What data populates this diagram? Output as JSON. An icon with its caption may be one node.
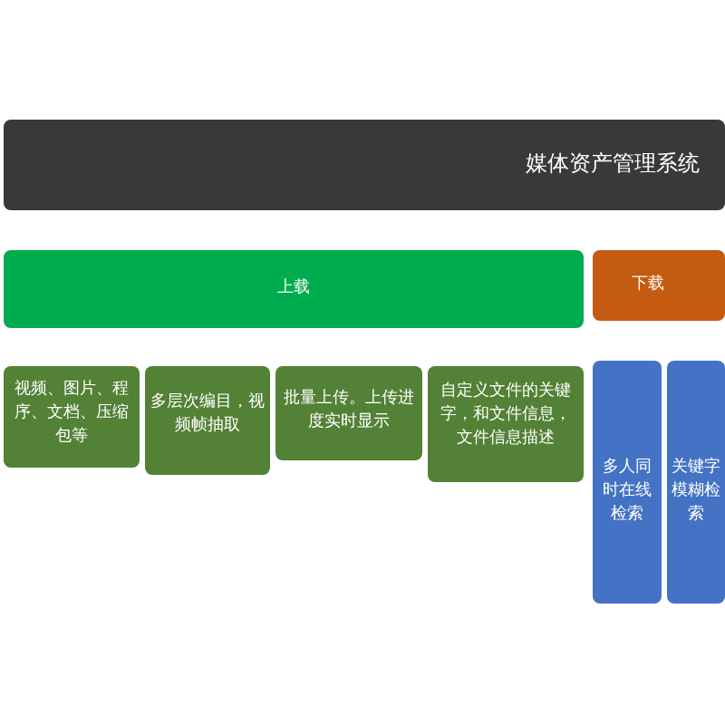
{
  "diagram": {
    "nodes": [
      {
        "text": [
          "媒体资产管理系统"
        ]
      },
      {
        "text": [
          "上载"
        ]
      },
      {
        "text": [
          "下载"
        ]
      },
      {
        "text": [
          "视频、图片、程序、文档、压缩包等"
        ]
      },
      {
        "text": [
          "多层次编目，视频帧抽取"
        ]
      },
      {
        "text": [
          "批量上传。上传进度实时显示"
        ]
      },
      {
        "text": [
          "自定义文件的关键字，和文件信息，文件信息描述"
        ]
      },
      {
        "text": [
          "多人同时在线检索"
        ]
      },
      {
        "text": [
          "关键字模糊检索"
        ]
      }
    ]
  }
}
